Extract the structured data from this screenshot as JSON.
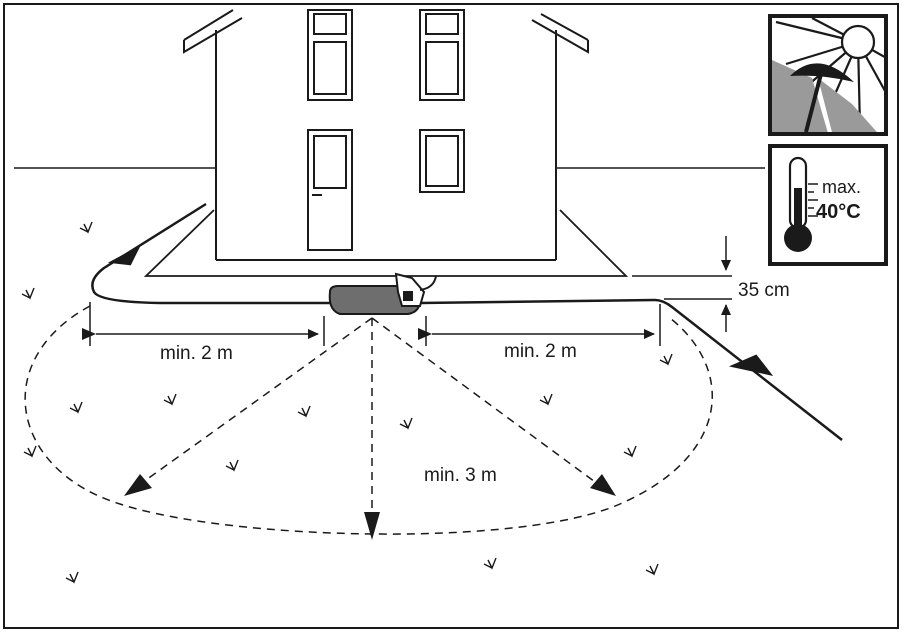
{
  "labels": {
    "min_2m_left": "min. 2 m",
    "min_2m_right": "min. 2 m",
    "min_3m": "min. 3 m",
    "height_35cm": "35 cm",
    "max_text": "max.",
    "max_temp": "40°C"
  },
  "icons": {
    "sun_umbrella": "sun-umbrella-icon",
    "thermometer": "thermometer-icon"
  },
  "colors": {
    "line": "#1a1a1a",
    "station_fill": "#6e6e6e",
    "icon_grey": "#9a9a9a"
  }
}
